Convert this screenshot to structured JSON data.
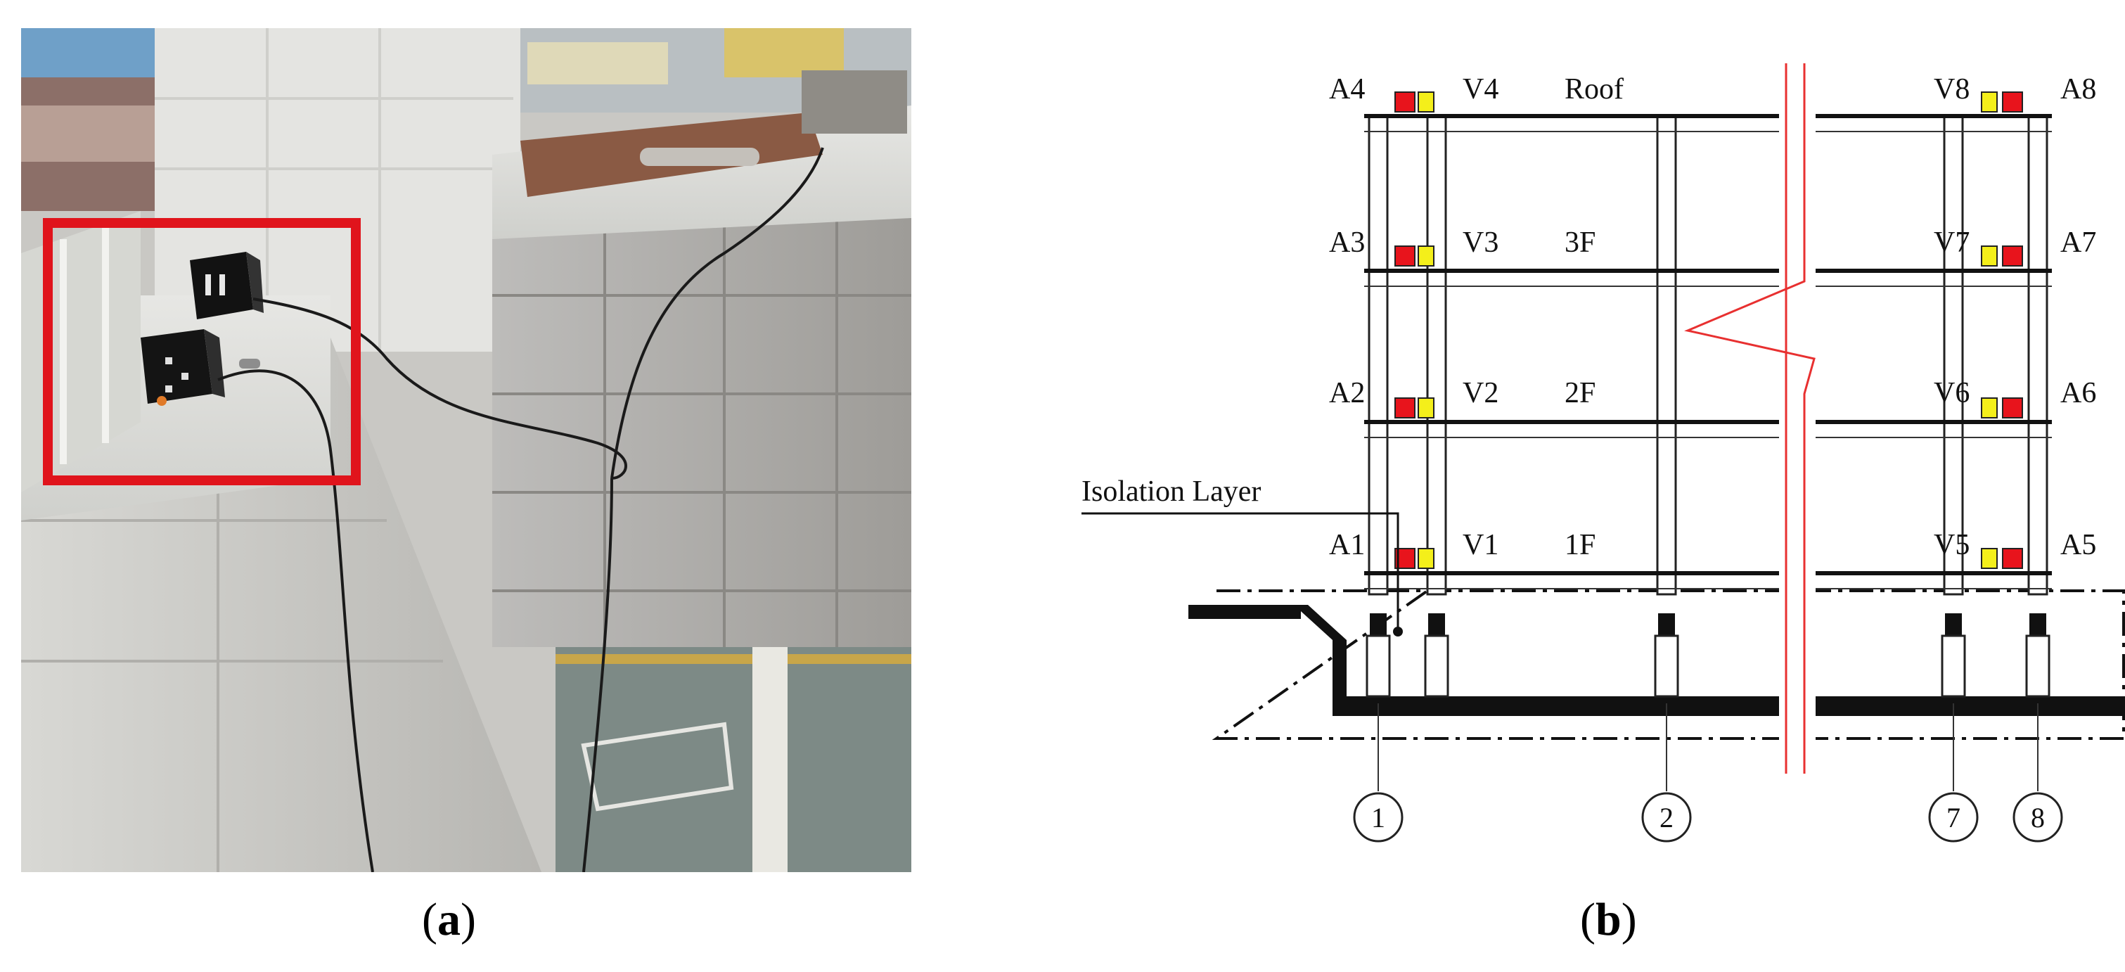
{
  "captions": {
    "a": "a",
    "b": "b"
  },
  "diagram": {
    "floor_labels": [
      "Roof",
      "3F",
      "2F",
      "1F"
    ],
    "isolation_label": "Isolation Layer",
    "left_pairs": [
      {
        "a": "A4",
        "v": "V4"
      },
      {
        "a": "A3",
        "v": "V3"
      },
      {
        "a": "A2",
        "v": "V2"
      },
      {
        "a": "A1",
        "v": "V1"
      }
    ],
    "right_pairs": [
      {
        "v": "V8",
        "a": "A8"
      },
      {
        "v": "V7",
        "a": "A7"
      },
      {
        "v": "V6",
        "a": "A6"
      },
      {
        "v": "V5",
        "a": "A5"
      }
    ],
    "axis_labels": [
      "1",
      "2",
      "7",
      "8"
    ]
  },
  "colors": {
    "accel_sensor": "#e8141c",
    "velocity_sensor": "#f4ef1a",
    "break_line": "#e83030",
    "highlight_box": "#e0141c"
  }
}
